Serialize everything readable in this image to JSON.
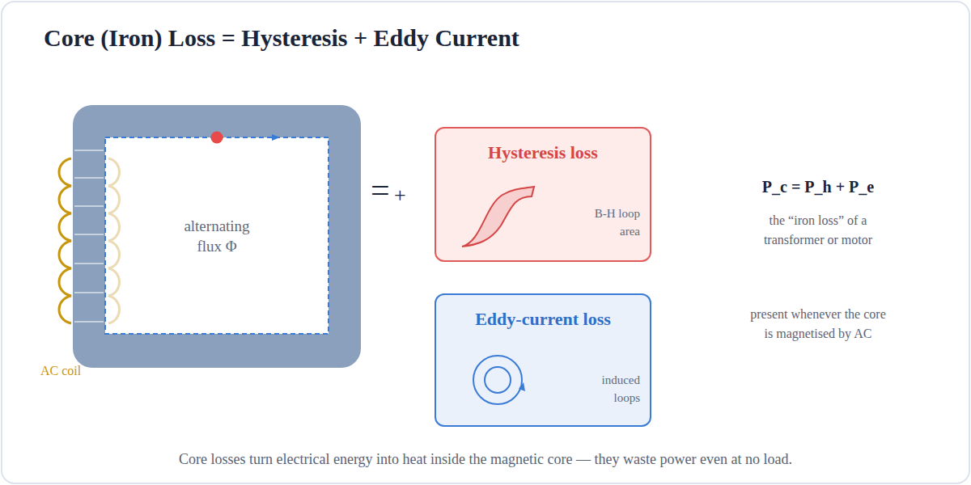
{
  "diagram": {
    "title": "Core (Iron) Loss = Hysteresis + Eddy Current",
    "caption": "Core losses turn electrical energy into heat inside the magnetic core — they waste power even at no load.",
    "nodes": [
      {
        "text": [
          "alternating flux Φ"
        ]
      },
      {
        "text": [
          "Hysteresis loss",
          "B-H loop area"
        ]
      },
      {
        "text": [
          "Eddy-current loss",
          "induced loops"
        ]
      }
    ],
    "labels": [
      "AC coil",
      "=",
      "+",
      "P_c = P_h + P_e",
      "the “iron loss” of a transformer or motor",
      "present whenever the core is magnetised by AC"
    ]
  }
}
